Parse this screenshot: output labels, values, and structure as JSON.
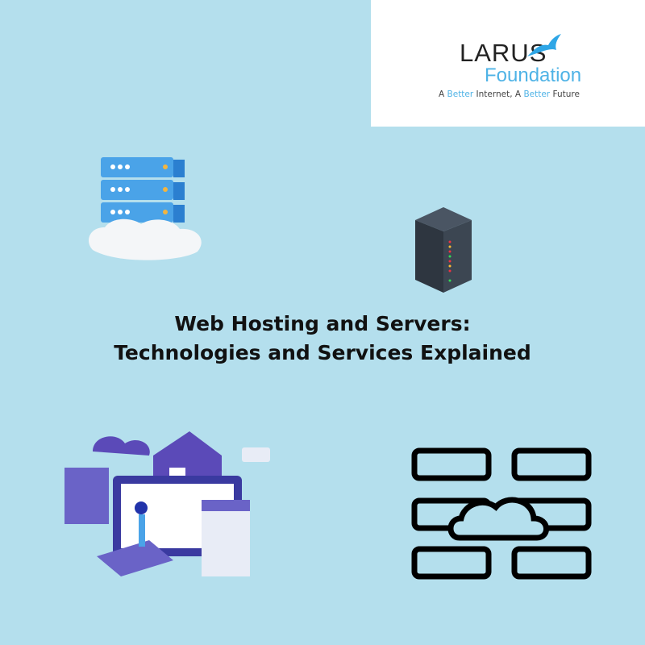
{
  "logo": {
    "name": "LARUS",
    "subtitle": "Foundation",
    "tagline_parts": [
      "A ",
      "Better",
      " Internet, A ",
      "Better",
      " Future"
    ]
  },
  "title": {
    "line1": "Web Hosting and Servers:",
    "line2": "Technologies and Services Explained"
  },
  "colors": {
    "background": "#b4dfed",
    "accent": "#4fb3e6"
  }
}
